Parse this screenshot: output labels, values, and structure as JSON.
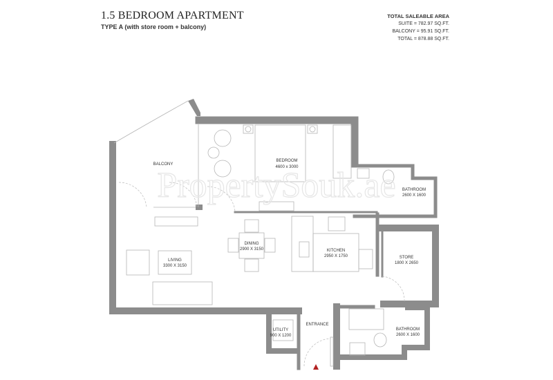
{
  "header": {
    "title": "1.5 BEDROOM APARTMENT",
    "subtitle": "TYPE A (with store room + balcony)"
  },
  "area": {
    "heading": "TOTAL SALEABLE AREA",
    "suite": "SUITE = 782.97 SQ.FT.",
    "balcony": "BALCONY = 95.91 SQ.FT.",
    "total": "TOTAL = 878.88 SQ.FT."
  },
  "rooms": {
    "balcony": {
      "name": "BALCONY"
    },
    "bedroom": {
      "name": "BEDROOM",
      "size": "4600 x 3000"
    },
    "bathroom1": {
      "name": "BATHROOM",
      "size": "2600 X 1600"
    },
    "dining": {
      "name": "DINING",
      "size": "2900 X 3150"
    },
    "living": {
      "name": "LIVING",
      "size": "3300 X 3150"
    },
    "kitchen": {
      "name": "KITCHEN",
      "size": "2950 X 1750"
    },
    "store": {
      "name": "STORE",
      "size": "1800 X 2650"
    },
    "utility": {
      "name": "UTILITY",
      "size": "900 X 1200"
    },
    "entrance": {
      "name": "ENTRANCE"
    },
    "bathroom2": {
      "name": "BATHROOM",
      "size": "2600 X 1600"
    }
  },
  "watermark": "PropertySouk.ae",
  "colors": {
    "wall": "#8c8c8c",
    "entrance_marker": "#b22222"
  }
}
